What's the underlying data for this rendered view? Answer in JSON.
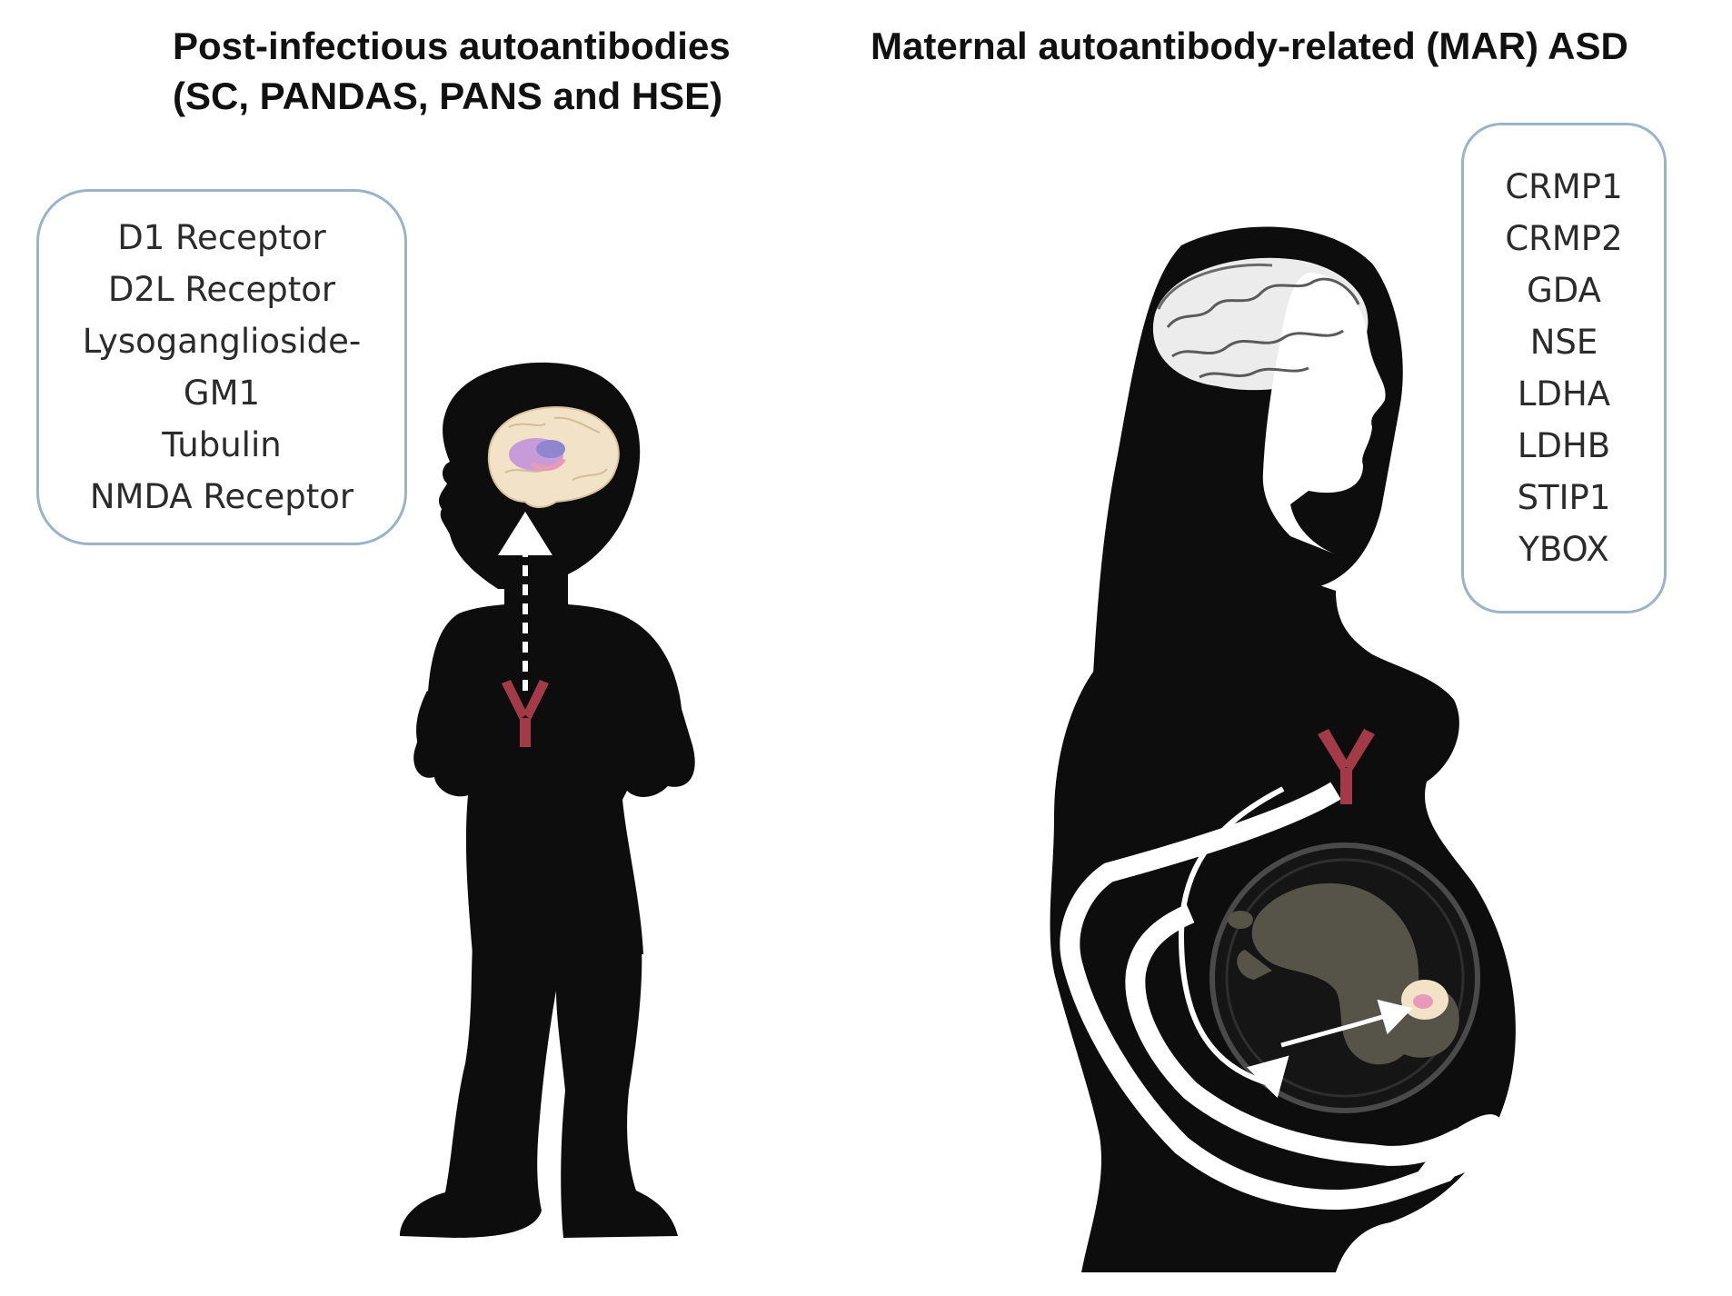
{
  "left_panel": {
    "title_line1": "Post-infectious autoantibodies",
    "title_line2": "(SC, PANDAS, PANS and HSE)",
    "antigens": [
      "D1 Receptor",
      "D2L Receptor",
      "Lysoganglioside-",
      "GM1",
      "Tubulin",
      "NMDA Receptor"
    ]
  },
  "right_panel": {
    "title": "Maternal autoantibody-related (MAR) ASD",
    "antigens": [
      "CRMP1",
      "CRMP2",
      "GDA",
      "NSE",
      "LDHA",
      "LDHB",
      "STIP1",
      "YBOX"
    ]
  },
  "colors": {
    "silhouette": "#0d0d0d",
    "antibody": "#a23a48",
    "box_border": "#9ab3c9",
    "brain_tissue": "#f1e2c8",
    "basal_ganglia": "#c79ad8",
    "fetus": "#565449",
    "womb_ring": "#4a4a4a"
  }
}
